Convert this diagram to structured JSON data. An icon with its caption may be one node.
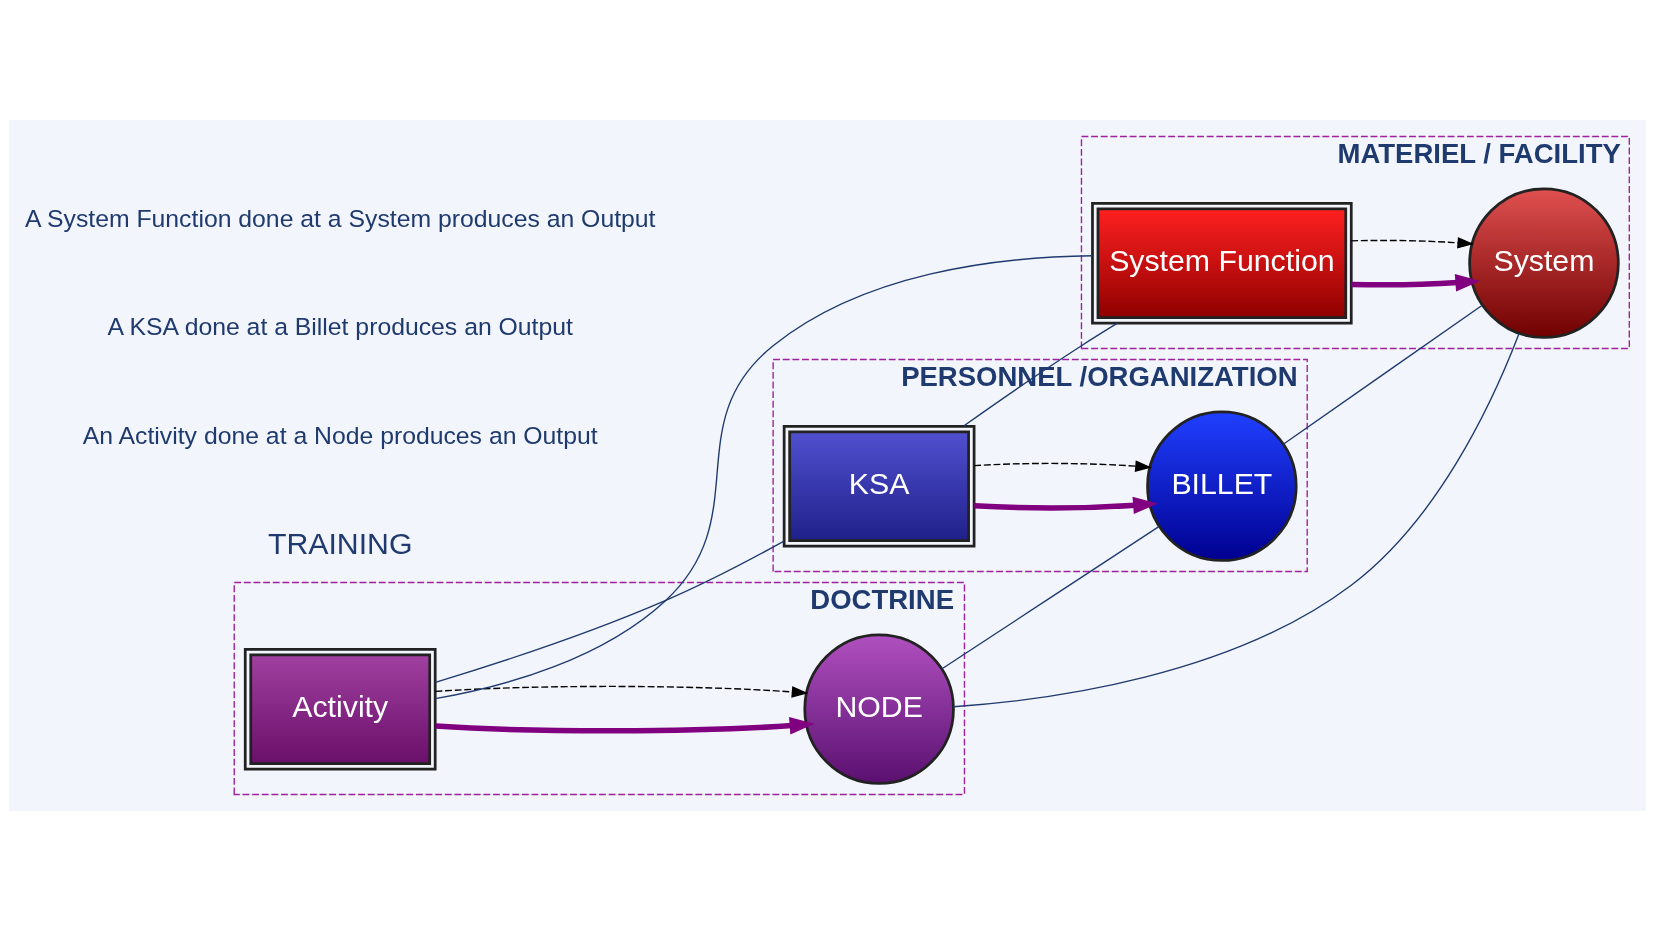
{
  "diagram": {
    "nodes": [
      {
        "text": [
          "DOCTRINE"
        ]
      },
      {
        "text": [
          "Activity"
        ],
        "in": 0
      },
      {
        "text": [
          "NODE"
        ],
        "in": 0
      },
      {
        "text": [
          "PERSONNEL /ORGANIZATION"
        ]
      },
      {
        "text": [
          "KSA"
        ],
        "in": 3
      },
      {
        "text": [
          "BILLET"
        ],
        "in": 3
      },
      {
        "text": [
          "MATERIEL / FACILITY"
        ]
      },
      {
        "text": [
          "System Function"
        ],
        "in": 6
      },
      {
        "text": [
          "System"
        ],
        "in": 6
      }
    ],
    "edges": [
      {
        "from": 1,
        "to": 2,
        "arrow": "to",
        "style": "thick",
        "color": "#800080"
      },
      {
        "from": 1,
        "to": 2,
        "arrow": "to",
        "style": "dashed",
        "color": "#000000"
      },
      {
        "from": 4,
        "to": 5,
        "arrow": "to",
        "style": "thick",
        "color": "#800080"
      },
      {
        "from": 4,
        "to": 5,
        "arrow": "to",
        "style": "dashed",
        "color": "#000000"
      },
      {
        "from": 7,
        "to": 8,
        "arrow": "to",
        "style": "thick",
        "color": "#800080"
      },
      {
        "from": 7,
        "to": 8,
        "arrow": "to",
        "style": "dashed",
        "color": "#000000"
      },
      {
        "from": 1,
        "to": 4,
        "arrow": "none"
      },
      {
        "from": 1,
        "to": 7,
        "arrow": "none"
      },
      {
        "from": 2,
        "to": 5,
        "arrow": "none"
      },
      {
        "from": 2,
        "to": 8,
        "arrow": "none"
      },
      {
        "from": 4,
        "to": 7,
        "arrow": "none"
      },
      {
        "from": 5,
        "to": 8,
        "arrow": "none"
      }
    ],
    "labels": [
      "TRAINING",
      "An Activity done at a Node produces an Output",
      "A KSA done at a Billet produces an Output",
      "A System Function done at a System produces an Output"
    ]
  }
}
